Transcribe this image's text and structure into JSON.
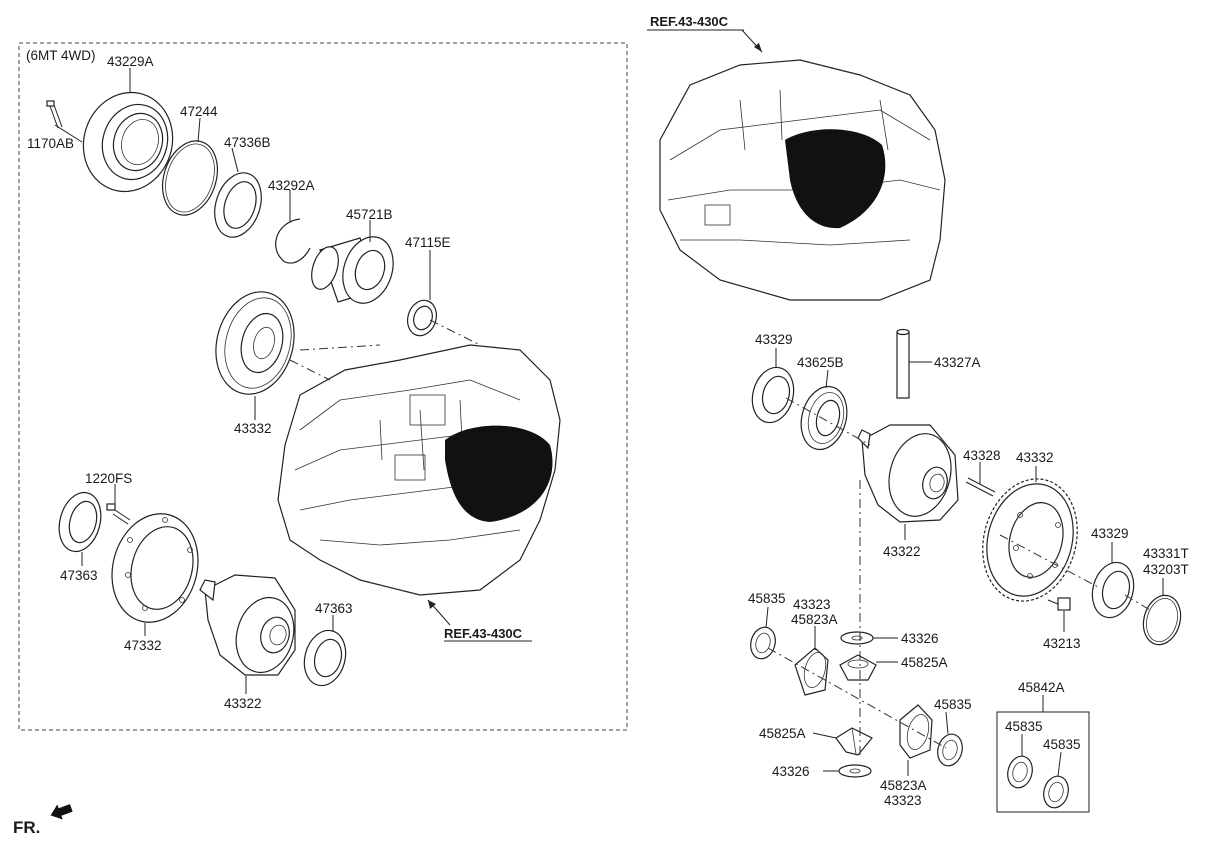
{
  "variant_label": "(6MT 4WD)",
  "fr_label": "FR.",
  "refs": [
    "REF.43-430C",
    "REF.43-430C"
  ],
  "parts": {
    "p43229A": "43229A",
    "p1170AB": "1170AB",
    "p47244": "47244",
    "p47336B": "47336B",
    "p43292A": "43292A",
    "p45721B": "45721B",
    "p47115E": "47115E",
    "p43332_left": "43332",
    "p1220FS": "1220FS",
    "p47363_a": "47363",
    "p47332": "47332",
    "p47363_b": "47363",
    "p43322_left": "43322",
    "p43329_a": "43329",
    "p43625B": "43625B",
    "p43327A": "43327A",
    "p43328": "43328",
    "p43332_right": "43332",
    "p43322_right": "43322",
    "p43329_b": "43329",
    "p43331T": "43331T",
    "p43203T": "43203T",
    "p43213": "43213",
    "p45835_a": "45835",
    "p43323_a": "43323",
    "p45823A_a": "45823A",
    "p43326_a": "43326",
    "p45825A_a": "45825A",
    "p45825A_b": "45825A",
    "p45835_b": "45835",
    "p43326_b": "43326",
    "p45823A_b": "45823A",
    "p43323_b": "43323",
    "p45842A": "45842A",
    "p45835_c": "45835",
    "p45835_d": "45835"
  }
}
